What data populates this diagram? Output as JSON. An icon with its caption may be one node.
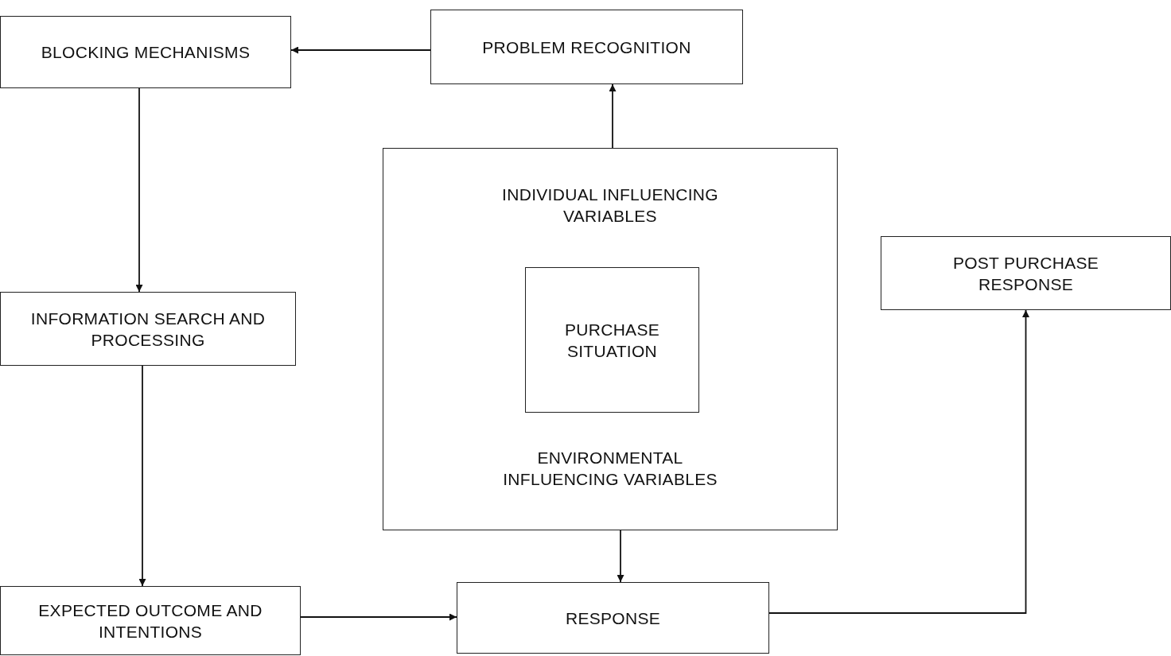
{
  "diagram": {
    "nodes": [
      {
        "text": [
          "BLOCKING MECHANISMS"
        ]
      },
      {
        "text": [
          "PROBLEM RECOGNITION"
        ]
      },
      {
        "text": [
          "INDIVIDUAL INFLUENCING VARIABLES",
          "ENVIRONMENTAL INFLUENCING VARIABLES"
        ]
      },
      {
        "text": [
          "PURCHASE SITUATION"
        ],
        "in": 2
      },
      {
        "text": [
          "POST PURCHASE RESPONSE"
        ]
      },
      {
        "text": [
          "INFORMATION SEARCH AND PROCESSING"
        ]
      },
      {
        "text": [
          "EXPECTED OUTCOME AND INTENTIONS"
        ]
      },
      {
        "text": [
          "RESPONSE"
        ]
      }
    ],
    "edges": [
      {
        "from": 1,
        "to": 0,
        "arrow": "to"
      },
      {
        "from": 2,
        "to": 1,
        "arrow": "to"
      },
      {
        "from": 0,
        "to": 5,
        "arrow": "to"
      },
      {
        "from": 5,
        "to": 6,
        "arrow": "to"
      },
      {
        "from": 6,
        "to": 7,
        "arrow": "to"
      },
      {
        "from": 2,
        "to": 7,
        "arrow": "to"
      },
      {
        "from": 7,
        "to": 4,
        "arrow": "to"
      }
    ]
  }
}
